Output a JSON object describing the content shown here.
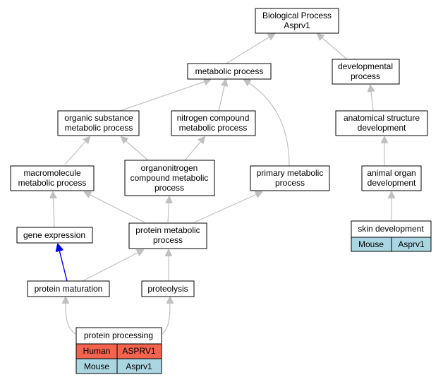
{
  "nodes": {
    "root": [
      "Biological Process",
      "Asprv1"
    ],
    "metabolic": [
      "metabolic process"
    ],
    "developmental": [
      "developmental",
      "process"
    ],
    "organic": [
      "organic substance",
      "metabolic process"
    ],
    "nitrogen": [
      "nitrogen compound",
      "metabolic process"
    ],
    "anatomical": [
      "anatomical structure",
      "development"
    ],
    "macromolecule": [
      "macromolecule",
      "metabolic process"
    ],
    "organonitrogen": [
      "organonitrogen",
      "compound metabolic",
      "process"
    ],
    "primary": [
      "primary metabolic",
      "process"
    ],
    "animal_organ": [
      "animal organ",
      "development"
    ],
    "gene_expression": [
      "gene expression"
    ],
    "protein_metabolic": [
      "protein metabolic",
      "process"
    ],
    "protein_maturation": [
      "protein maturation"
    ],
    "proteolysis": [
      "proteolysis"
    ]
  },
  "skin": {
    "title": "skin development",
    "species": "Mouse",
    "gene": "Asprv1"
  },
  "processing": {
    "title": "protein processing",
    "rows": [
      {
        "species": "Human",
        "gene": "ASPRV1"
      },
      {
        "species": "Mouse",
        "gene": "Asprv1"
      }
    ]
  },
  "colors": {
    "human": "#f4634e",
    "mouse": "#aad6e2",
    "edge": "#c0c0c0",
    "highlight_edge": "#0000ff"
  }
}
